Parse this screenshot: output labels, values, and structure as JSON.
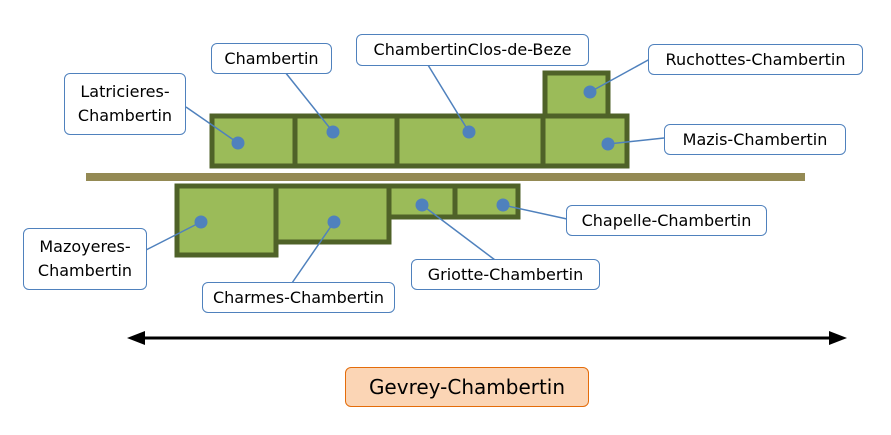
{
  "labels": {
    "latricieres_1": "Latricieres-",
    "latricieres_2": "Chambertin",
    "chambertin": "Chambertin",
    "clos_de_beze": "ChambertinClos-de-Beze",
    "ruchottes": "Ruchottes-Chambertin",
    "mazis": "Mazis-Chambertin",
    "mazoyeres_1": "Mazoyeres-",
    "mazoyeres_2": "Chambertin",
    "charmes": "Charmes-Chambertin",
    "griotte": "Griotte-Chambertin",
    "chapelle": "Chapelle-Chambertin"
  },
  "commune": "Gevrey-Chambertin",
  "colors": {
    "plot_fill": "#9bbb59",
    "plot_border": "#4f6228",
    "marker": "#4f81bd",
    "road": "#948a54",
    "commune_fill": "#fbd5b5",
    "commune_border": "#e46c0a"
  }
}
